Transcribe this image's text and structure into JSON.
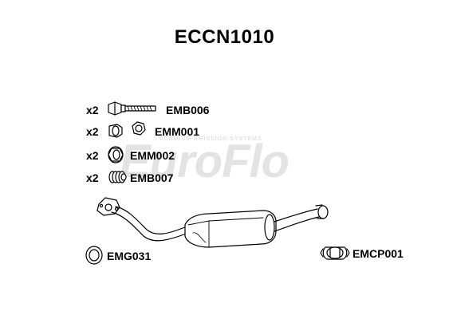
{
  "title": "ECCN1010",
  "watermark": {
    "brand": "EuroFlo",
    "tagline": "PREMIUM EMISSION SYSTEMS"
  },
  "components": [
    {
      "qty": "x2",
      "code": "EMB006",
      "icon": "bolt-icon"
    },
    {
      "qty": "x2",
      "code": "EMM001",
      "icon": "nut-icon"
    },
    {
      "qty": "x2",
      "code": "EMM002",
      "icon": "flange-nut-icon"
    },
    {
      "qty": "x2",
      "code": "EMB007",
      "icon": "spring-icon"
    }
  ],
  "gasket": {
    "code": "EMG031",
    "icon": "gasket-ring-icon"
  },
  "clamp": {
    "code": "EMCP001",
    "icon": "pipe-clamp-icon"
  },
  "main_part": {
    "icon": "catalytic-converter-icon"
  },
  "colors": {
    "line": "#000000",
    "watermark": "#d9d9d9",
    "fill_light": "#f2f2f2",
    "fill_mid": "#dcdcdc"
  }
}
